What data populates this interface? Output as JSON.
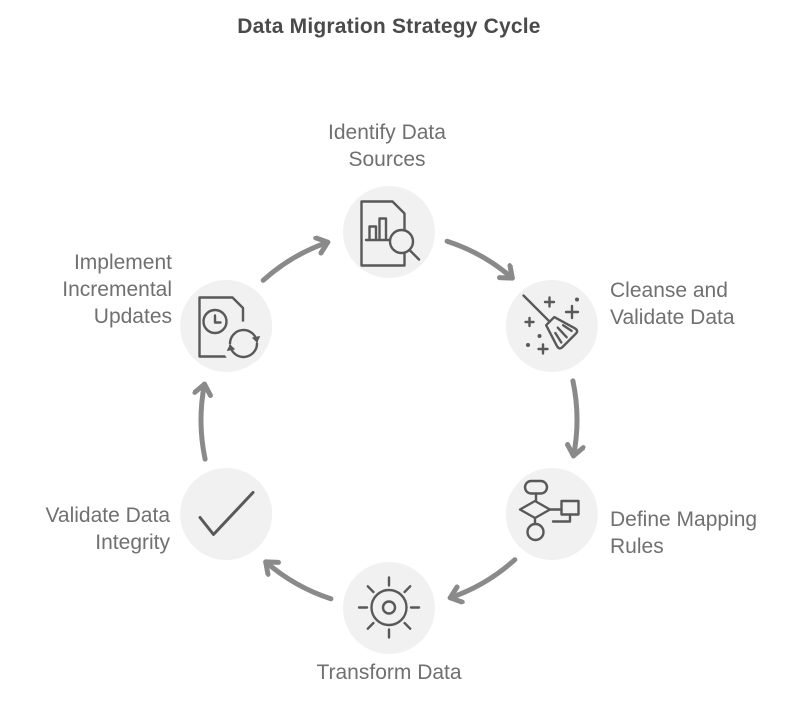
{
  "title": "Data Migration Strategy Cycle",
  "diagram": {
    "type": "cycle",
    "direction": "clockwise",
    "steps": [
      {
        "label": "Identify Data Sources",
        "lines": [
          "Identify Data",
          "Sources"
        ],
        "icon": "document-search-icon"
      },
      {
        "label": "Cleanse and Validate Data",
        "lines": [
          "Cleanse and",
          "Validate Data"
        ],
        "icon": "broom-sparkles-icon"
      },
      {
        "label": "Define Mapping Rules",
        "lines": [
          "Define Mapping",
          "Rules"
        ],
        "icon": "flowchart-icon"
      },
      {
        "label": "Transform Data",
        "lines": [
          "Transform Data"
        ],
        "icon": "sun-gear-icon"
      },
      {
        "label": "Validate Data Integrity",
        "lines": [
          "Validate Data",
          "Integrity"
        ],
        "icon": "checkmark-icon"
      },
      {
        "label": "Implement Incremental Updates",
        "lines": [
          "Implement",
          "Incremental",
          "Updates"
        ],
        "icon": "document-sync-icon"
      }
    ],
    "colors": {
      "node_fill": "#f1f1f1",
      "icon_stroke": "#595959",
      "arrow": "#8a8a8a",
      "label_text": "#707070",
      "title_text": "#4a4a4a",
      "background": "#ffffff"
    }
  }
}
